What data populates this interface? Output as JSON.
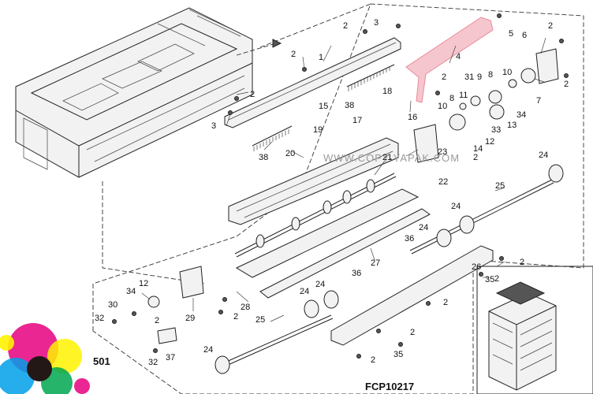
{
  "diagram_id": "FCP10217",
  "module_label": "501",
  "watermark": "WWW.COPY-YAPAK.COM",
  "highlight_color": "#f3b3bd",
  "part_labels": [
    "1",
    "2",
    "3",
    "4",
    "5",
    "6",
    "7",
    "8",
    "9",
    "10",
    "11",
    "12",
    "13",
    "14",
    "15",
    "16",
    "17",
    "18",
    "19",
    "20",
    "21",
    "22",
    "23",
    "24",
    "25",
    "26",
    "27",
    "28",
    "29",
    "30",
    "31",
    "32",
    "33",
    "34",
    "35",
    "36",
    "37",
    "38"
  ]
}
